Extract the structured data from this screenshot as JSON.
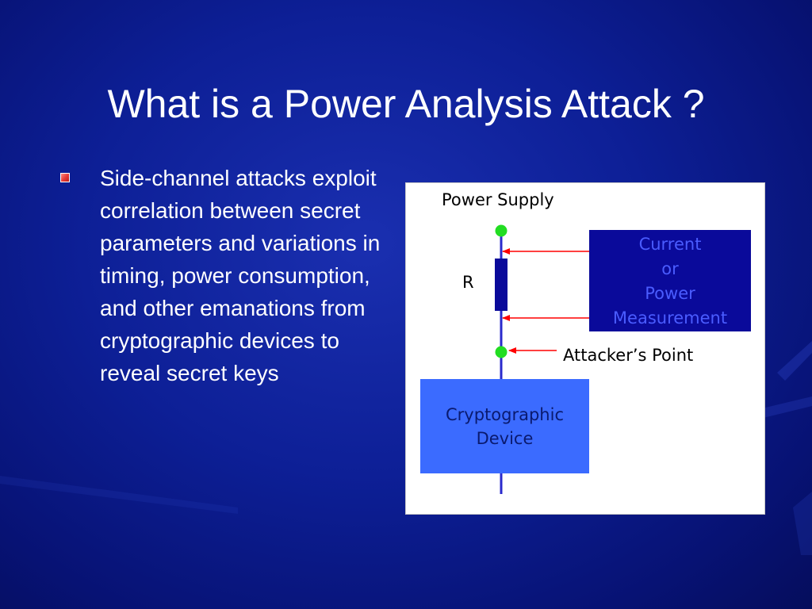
{
  "slide": {
    "title": "What is a Power Analysis Attack ?",
    "bullet": "Side-channel attacks exploit correlation between secret parameters and variations in timing, power consumption, and other emanations from cryptographic devices to reveal secret keys"
  },
  "diagram": {
    "power_supply_label": "Power Supply",
    "resistor_label": "R",
    "measurement_lines": [
      "Current",
      "or",
      "Power",
      "Measurement"
    ],
    "attacker_point_label": "Attacker’s Point",
    "device_lines": [
      "Cryptographic",
      "Device"
    ],
    "colors": {
      "wire": "#2a2acc",
      "node": "#22dd22",
      "arrow": "#ff0000",
      "resistor": "#0a0a9a",
      "measurement_box": "#0a0a9a",
      "device_box": "#3b6bff"
    }
  }
}
